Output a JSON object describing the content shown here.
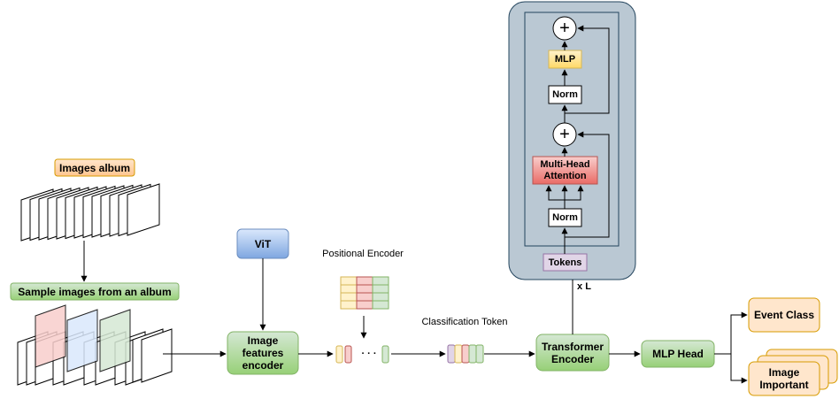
{
  "album": {
    "title": "Images album"
  },
  "sampling": {
    "label": "Sample images from an album"
  },
  "vit": {
    "label": "ViT"
  },
  "encoder": {
    "label": "Image\nfeatures\nencoder"
  },
  "positional": {
    "label": "Positional Encoder"
  },
  "classification": {
    "label": "Classification Token"
  },
  "ellipsis": "· · ·",
  "transformer_block": {
    "plus_symbol": "+",
    "mlp": "MLP",
    "norm_top": "Norm",
    "attention": "Multi-Head\nAttention",
    "norm_bottom": "Norm",
    "tokens": "Tokens",
    "repeat": "x L"
  },
  "transformer_encoder": {
    "label": "Transformer\nEncoder"
  },
  "mlp_head": {
    "label": "MLP Head"
  },
  "outputs": {
    "event_class": "Event Class",
    "image_important": "Image\nImportant"
  },
  "colors": {
    "orange_fill": "#ffe6cc",
    "orange_stroke": "#d79b00",
    "green_fill": "#d5e8d4",
    "green_stroke": "#82b366",
    "blue_fill": "#dae8fc",
    "blue_stroke": "#6c8ebf",
    "red_fill": "#f8cecc",
    "red_stroke": "#b85450",
    "yellow_fill": "#fff2cc",
    "yellow_stroke": "#d6b656",
    "purple_fill": "#e1d5e7",
    "purple_stroke": "#9673a6",
    "panel_fill": "#bac8d3",
    "panel_stroke": "#23445d"
  }
}
